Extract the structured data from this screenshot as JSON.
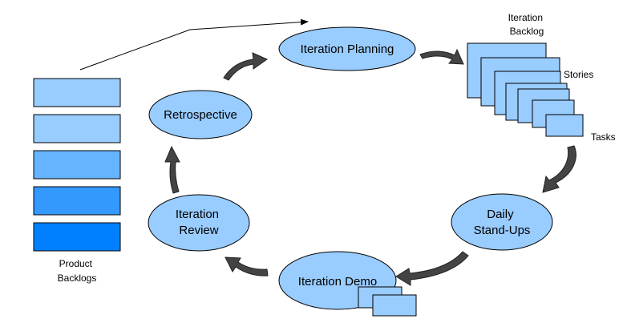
{
  "nodes": {
    "iteration_planning": "Iteration Planning",
    "retrospective": "Retrospective",
    "iteration_review": [
      "Iteration",
      "Review"
    ],
    "daily_standups": [
      "Daily",
      "Stand-Ups"
    ],
    "iteration_demo": "Iteration Demo"
  },
  "labels": {
    "iteration_backlog": [
      "Iteration",
      "Backlog"
    ],
    "stories": "Stories",
    "tasks": "Tasks",
    "product_backlogs": [
      "Product",
      "Backlogs"
    ]
  },
  "colors": {
    "node_fill": "#99ccff",
    "backlog_shades": [
      "#99ccff",
      "#99ccff",
      "#66b3ff",
      "#3399ff",
      "#0080ff"
    ],
    "arrow_fill": "#444444"
  }
}
